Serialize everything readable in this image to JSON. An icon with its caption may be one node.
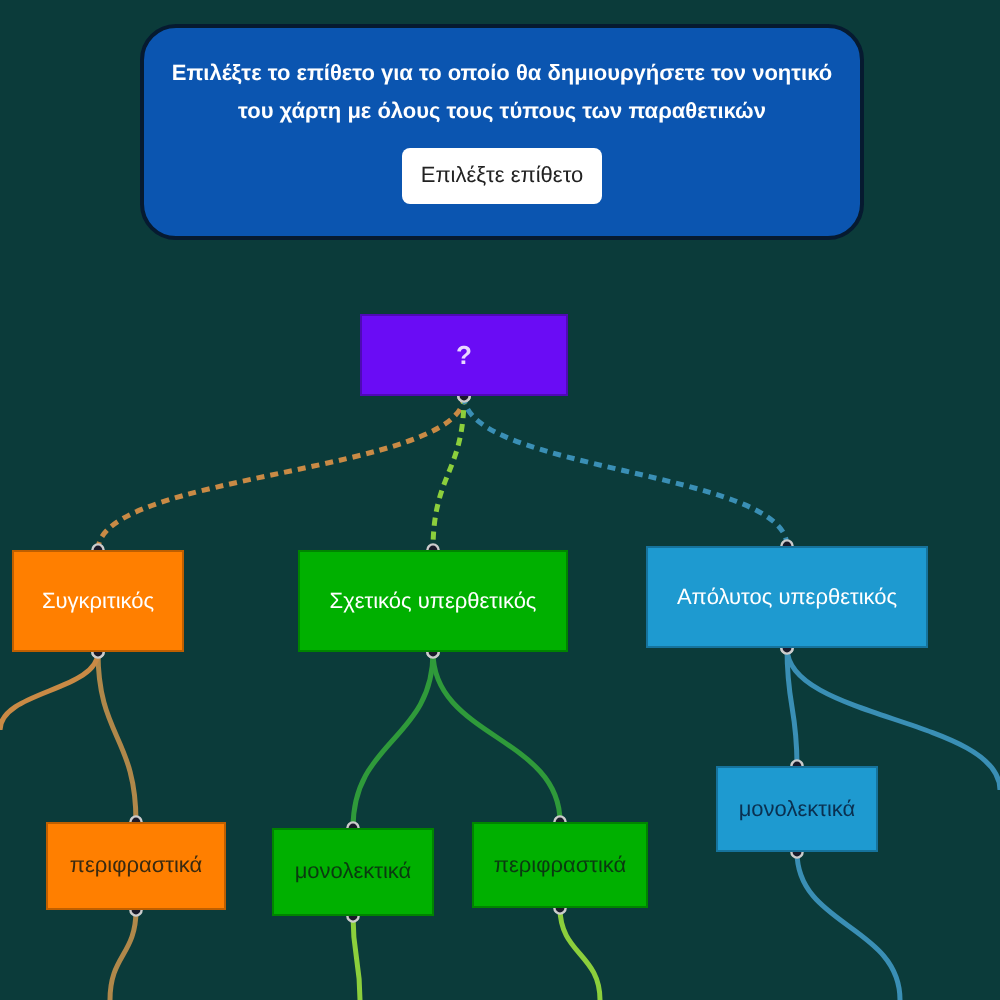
{
  "diagram": {
    "nodes": [
      {
        "text": [
          "Επιλέξτε το επίθετο για το οποίο θα δημιουργήσετε τον νοητικό του χάρτη με όλους τους τύπους των παραθετικών",
          "Επιλέξτε επίθετο"
        ]
      },
      {
        "text": [
          "?"
        ]
      },
      {
        "text": [
          "Συγκριτικός"
        ]
      },
      {
        "text": [
          "Σχετικός υπερθετικός"
        ]
      },
      {
        "text": [
          "Απόλυτος υπερθετικός"
        ]
      },
      {
        "text": [
          "περιφραστικά"
        ]
      },
      {
        "text": [
          "μονολεκτικά"
        ]
      },
      {
        "text": [
          "περιφραστικά"
        ]
      },
      {
        "text": [
          "μονολεκτικά"
        ]
      }
    ],
    "edges": [
      {
        "from": 1,
        "to": 2,
        "arrow": "other",
        "style": "dashed",
        "color": "#c98a45"
      },
      {
        "from": 1,
        "to": 3,
        "arrow": "other",
        "style": "dashed",
        "color": "#8ccf3c"
      },
      {
        "from": 1,
        "to": 4,
        "arrow": "other",
        "style": "dashed",
        "color": "#3a8fb5"
      },
      {
        "from": 2,
        "to": 5,
        "arrow": "other",
        "color": "#b0884a"
      },
      {
        "from": 2,
        "to": null,
        "arrow": "other",
        "color": "#c98a45"
      },
      {
        "from": 3,
        "to": 6,
        "arrow": "other",
        "color": "#2f9a3a"
      },
      {
        "from": 3,
        "to": 7,
        "arrow": "other",
        "color": "#2f9a3a"
      },
      {
        "from": 4,
        "to": 8,
        "arrow": "other",
        "color": "#3a8fb5"
      },
      {
        "from": 4,
        "to": null,
        "arrow": "other",
        "color": "#3a8fb5"
      },
      {
        "from": 5,
        "to": null,
        "arrow": "other",
        "color": "#b0884a"
      },
      {
        "from": 6,
        "to": null,
        "arrow": "other",
        "color": "#8ccf3c"
      },
      {
        "from": 7,
        "to": null,
        "arrow": "other",
        "color": "#8ccf3c"
      },
      {
        "from": 8,
        "to": null,
        "arrow": "other",
        "color": "#3a8fb5"
      }
    ]
  }
}
